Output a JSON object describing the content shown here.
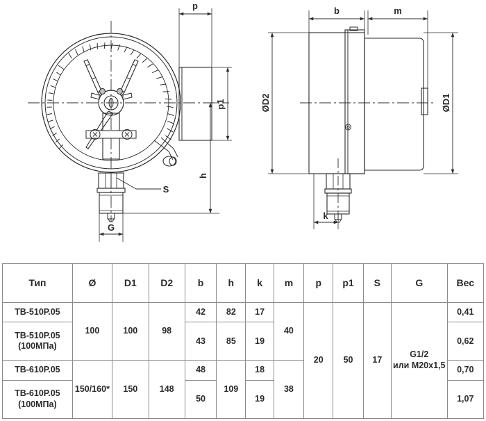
{
  "figure": {
    "left_view": {
      "name": "front-view-pressure-gauge",
      "dimension_labels": [
        "p",
        "p1",
        "h",
        "S",
        "G"
      ]
    },
    "right_view": {
      "name": "side-view-pressure-gauge",
      "dimension_labels": [
        "b",
        "m",
        "ØD2",
        "ØD1",
        "k"
      ]
    }
  },
  "table": {
    "headers": [
      "Тип",
      "Ø",
      "D1",
      "D2",
      "b",
      "h",
      "k",
      "m",
      "p",
      "p1",
      "S",
      "G",
      "Вес"
    ],
    "rows": [
      {
        "type": "ТВ-510Р.05",
        "diameter": "100",
        "d1": "100",
        "d2": "98",
        "b": "42",
        "h": "82",
        "k": "17",
        "m": "40",
        "p": "20",
        "p1": "50",
        "s": "17",
        "g": "G1/2\nили М20х1,5",
        "weight": "0,41"
      },
      {
        "type": "ТВ-510Р.05\n(100МПа)",
        "b": "43",
        "h": "85",
        "k": "19",
        "weight": "0,62"
      },
      {
        "type": "ТВ-610Р.05",
        "diameter": "150/160*",
        "d1": "150",
        "d2": "148",
        "b": "48",
        "h": "109",
        "k": "18",
        "m": "38",
        "weight": "0,70"
      },
      {
        "type": "ТВ-610Р.05\n(100МПа)",
        "b": "50",
        "k": "19",
        "weight": "1,07"
      }
    ]
  },
  "colors": {
    "line": "#2b2b2b",
    "border": "#8a8a8a",
    "text": "#2b2b2b",
    "background": "#ffffff"
  }
}
